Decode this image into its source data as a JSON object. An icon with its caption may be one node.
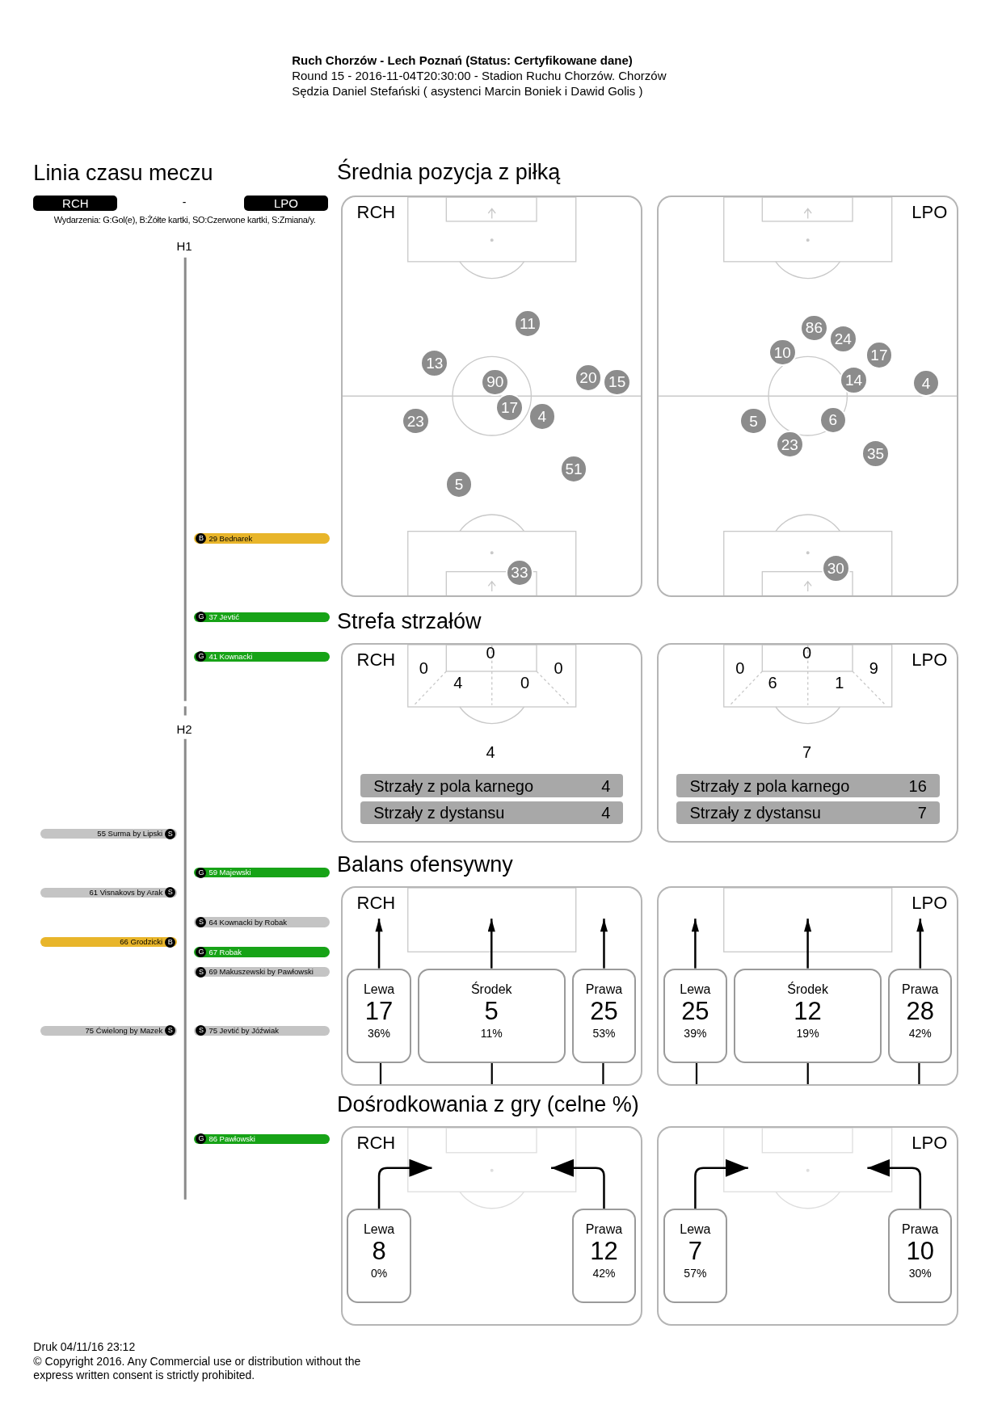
{
  "diagram": {
    "nodes": [
      {
        "text": [
          "RCH"
        ]
      },
      {
        "text": [
          "LPO"
        ]
      },
      {
        "text": [
          "B",
          "29 Bednarek"
        ]
      },
      {
        "text": [
          "G",
          "37 Jevtić"
        ]
      },
      {
        "text": [
          "G",
          "41 Kownacki"
        ]
      },
      {
        "text": [
          "55 Surma by Lipski",
          "S"
        ]
      },
      {
        "text": [
          "G",
          "59 Majewski"
        ]
      },
      {
        "text": [
          "61 Visnakovs by Arak",
          "S"
        ]
      },
      {
        "text": [
          "S",
          "64 Kownacki by Robak"
        ]
      },
      {
        "text": [
          "66 Grodzicki",
          "B"
        ]
      },
      {
        "text": [
          "G",
          "67 Robak"
        ]
      },
      {
        "text": [
          "S",
          "69 Makuszewski by Pawłowski"
        ]
      },
      {
        "text": [
          "75 Ćwielong by Mazek",
          "S"
        ]
      },
      {
        "text": [
          "S",
          "75 Jevtić by Jóźwiak"
        ]
      },
      {
        "text": [
          "G",
          "86 Pawłowski"
        ]
      },
      {
        "text": [
          "RCH"
        ]
      },
      {
        "text": [
          "11"
        ],
        "in": 15
      },
      {
        "text": [
          "13"
        ],
        "in": 15
      },
      {
        "text": [
          "90"
        ],
        "in": 15
      },
      {
        "text": [
          "20"
        ],
        "in": 15
      },
      {
        "text": [
          "15"
        ],
        "in": 15
      },
      {
        "text": [
          "17"
        ],
        "in": 15
      },
      {
        "text": [
          "4"
        ],
        "in": 15
      },
      {
        "text": [
          "23"
        ],
        "in": 15
      },
      {
        "text": [
          "51"
        ],
        "in": 15
      },
      {
        "text": [
          "5"
        ],
        "in": 15
      },
      {
        "text": [
          "33"
        ],
        "in": 15
      },
      {
        "text": [
          "LPO"
        ]
      },
      {
        "text": [
          "86"
        ],
        "in": 27
      },
      {
        "text": [
          "24"
        ],
        "in": 27
      },
      {
        "text": [
          "10"
        ],
        "in": 27
      },
      {
        "text": [
          "17"
        ],
        "in": 27
      },
      {
        "text": [
          "14"
        ],
        "in": 27
      },
      {
        "text": [
          "4"
        ],
        "in": 27
      },
      {
        "text": [
          "5"
        ],
        "in": 27
      },
      {
        "text": [
          "6"
        ],
        "in": 27
      },
      {
        "text": [
          "23"
        ],
        "in": 27
      },
      {
        "text": [
          "35"
        ],
        "in": 27
      },
      {
        "text": [
          "30"
        ],
        "in": 27
      },
      {
        "text": [
          "RCH"
        ]
      },
      {
        "text": [
          "Strzały z pola karnego",
          "4"
        ],
        "in": 39
      },
      {
        "text": [
          "Strzały z dystansu",
          "4"
        ],
        "in": 39
      },
      {
        "text": [
          "LPO"
        ]
      },
      {
        "text": [
          "Strzały z pola karnego",
          "16"
        ],
        "in": 42
      },
      {
        "text": [
          "Strzały z dystansu",
          "7"
        ],
        "in": 42
      },
      {
        "text": [
          "RCH"
        ]
      },
      {
        "text": [
          "Lewa",
          "17",
          "36%"
        ],
        "in": 45
      },
      {
        "text": [
          "Środek",
          "5",
          "11%"
        ],
        "in": 45
      },
      {
        "text": [
          "Prawa",
          "25",
          "53%"
        ],
        "in": 45
      },
      {
        "text": [
          "LPO"
        ]
      },
      {
        "text": [
          "Lewa",
          "25",
          "39%"
        ],
        "in": 49
      },
      {
        "text": [
          "Środek",
          "12",
          "19%"
        ],
        "in": 49
      },
      {
        "text": [
          "Prawa",
          "28",
          "42%"
        ],
        "in": 49
      },
      {
        "text": [
          "RCH"
        ]
      },
      {
        "text": [
          "Lewa",
          "8",
          "0%"
        ],
        "in": 53
      },
      {
        "text": [
          "Prawa",
          "12",
          "42%"
        ],
        "in": 53
      },
      {
        "text": [
          "LPO"
        ]
      },
      {
        "text": [
          "Lewa",
          "7",
          "57%"
        ],
        "in": 56
      },
      {
        "text": [
          "Prawa",
          "10",
          "30%"
        ],
        "in": 56
      }
    ],
    "edges": [
      {
        "from": 46,
        "to": null,
        "arrow": "to"
      },
      {
        "from": 47,
        "to": null,
        "arrow": "to"
      },
      {
        "from": 48,
        "to": null,
        "arrow": "to"
      },
      {
        "from": 50,
        "to": null,
        "arrow": "to"
      },
      {
        "from": 51,
        "to": null,
        "arrow": "to"
      },
      {
        "from": 52,
        "to": null,
        "arrow": "to"
      },
      {
        "from": 54,
        "to": null,
        "arrow": "to"
      },
      {
        "from": 55,
        "to": null,
        "arrow": "to"
      },
      {
        "from": 57,
        "to": null,
        "arrow": "to"
      },
      {
        "from": 58,
        "to": null,
        "arrow": "to"
      }
    ],
    "labels": [
      "Ruch Chorzów - Lech Poznań (Status: Certyfikowane dane)",
      "Round 15 - 2016-11-04T20:30:00 - Stadion Ruchu Chorzów. Chorzów",
      "Sędzia Daniel Stefański ( asystenci Marcin Boniek i Dawid Golis )",
      "Linia czasu meczu",
      "-",
      "Wydarzenia: G:Gol(e), B:Żółte kartki, SO:Czerwone kartki, S:Zmiana/y.",
      "H1",
      "H2",
      "Średnia pozycja z piłką",
      "Strefa strzałów",
      "0",
      "0",
      "0",
      "4",
      "0",
      "4",
      "0",
      "0",
      "9",
      "6",
      "1",
      "7",
      "Balans ofensywny",
      "Dośrodkowania z gry (celne %)",
      "Druk 04/11/16 23:12",
      "© Copyright 2016. Any Commercial use or distribution without the express written consent is strictly prohibited."
    ]
  }
}
